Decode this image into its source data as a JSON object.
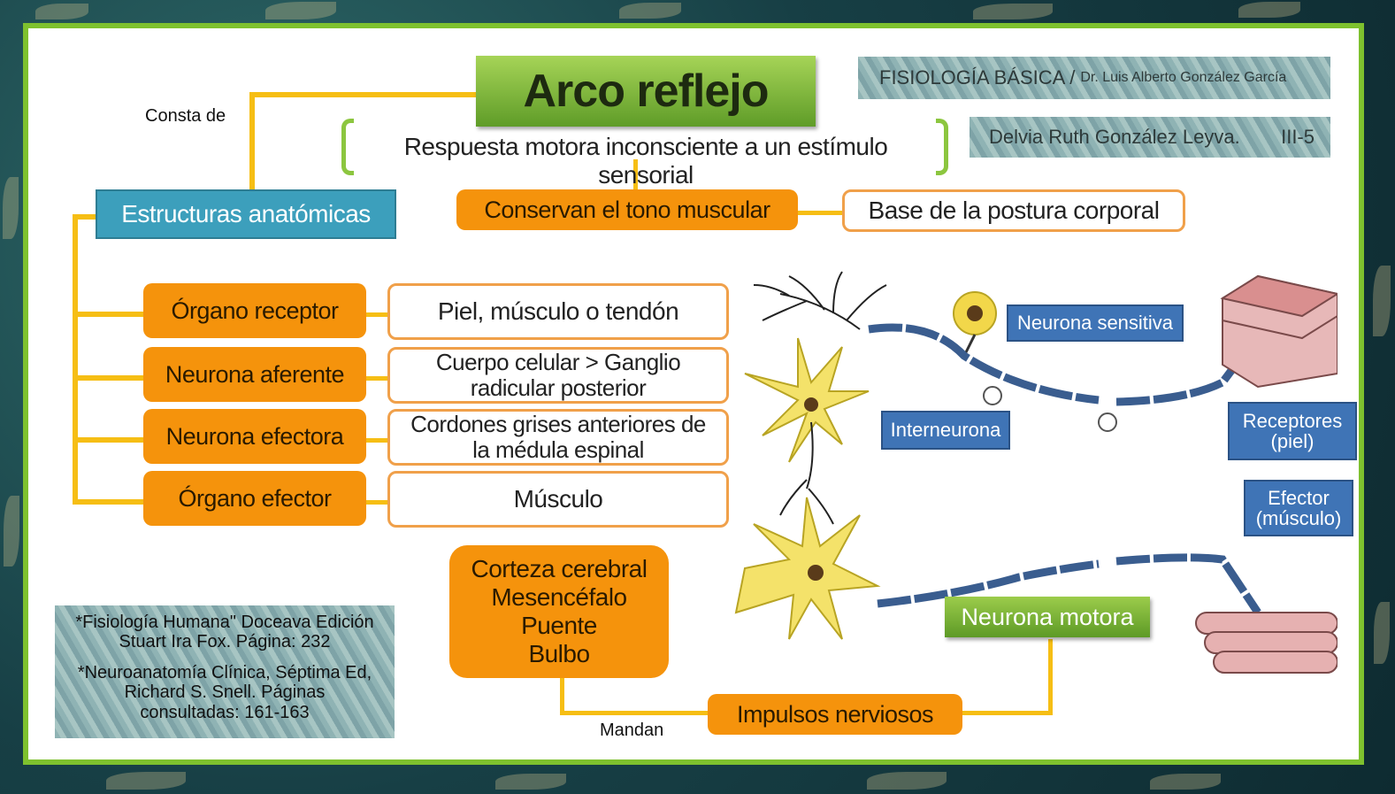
{
  "title": "Arco reflejo",
  "definition": "Respuesta motora inconsciente a un estímulo sensorial",
  "credits": {
    "course": "FISIOLOGÍA BÁSICA /",
    "teacher": "Dr. Luis Alberto González García",
    "student": "Delvia Ruth González Leyva.",
    "group": "III-5"
  },
  "connector": {
    "consta_de": "Consta de",
    "mandan": "Mandan"
  },
  "structures": {
    "heading": "Estructuras anatómicas",
    "items": [
      {
        "label": "Órgano receptor",
        "detail": "Piel, músculo o tendón"
      },
      {
        "label": "Neurona aferente",
        "detail": "Cuerpo celular > Ganglio radicular posterior"
      },
      {
        "label": "Neurona efectora",
        "detail": "Cordones grises anteriores de la médula espinal"
      },
      {
        "label": "Órgano efector",
        "detail": "Músculo"
      }
    ]
  },
  "tone": {
    "label": "Conservan el tono muscular",
    "detail": "Base de la postura corporal"
  },
  "centers": {
    "lines": [
      "Corteza cerebral",
      "Mesencéfalo",
      "Puente",
      "Bulbo"
    ]
  },
  "impulses": "Impulsos nerviosos",
  "illustration": {
    "sensory_neuron": "Neurona sensitiva",
    "interneuron": "Interneurona",
    "receptors": [
      "Receptores",
      "(piel)"
    ],
    "effector": [
      "Efector",
      "(músculo)"
    ],
    "motor_neuron": "Neurona motora"
  },
  "references": [
    [
      "*Fisiología Humana\" Doceava Edición",
      "Stuart Ira Fox. Página: 232"
    ],
    [
      "*Neuroanatomía Clínica, Séptima Ed,",
      "Richard S. Snell. Páginas",
      "consultadas: 161-163"
    ]
  ],
  "colors": {
    "frame_green": "#7ec12e",
    "box_orange": "#f5930c",
    "connector_yellow": "#f6be14",
    "label_blue": "#3f74b6",
    "heading_teal": "#3c9fbc",
    "background_teal": "#173f45"
  }
}
